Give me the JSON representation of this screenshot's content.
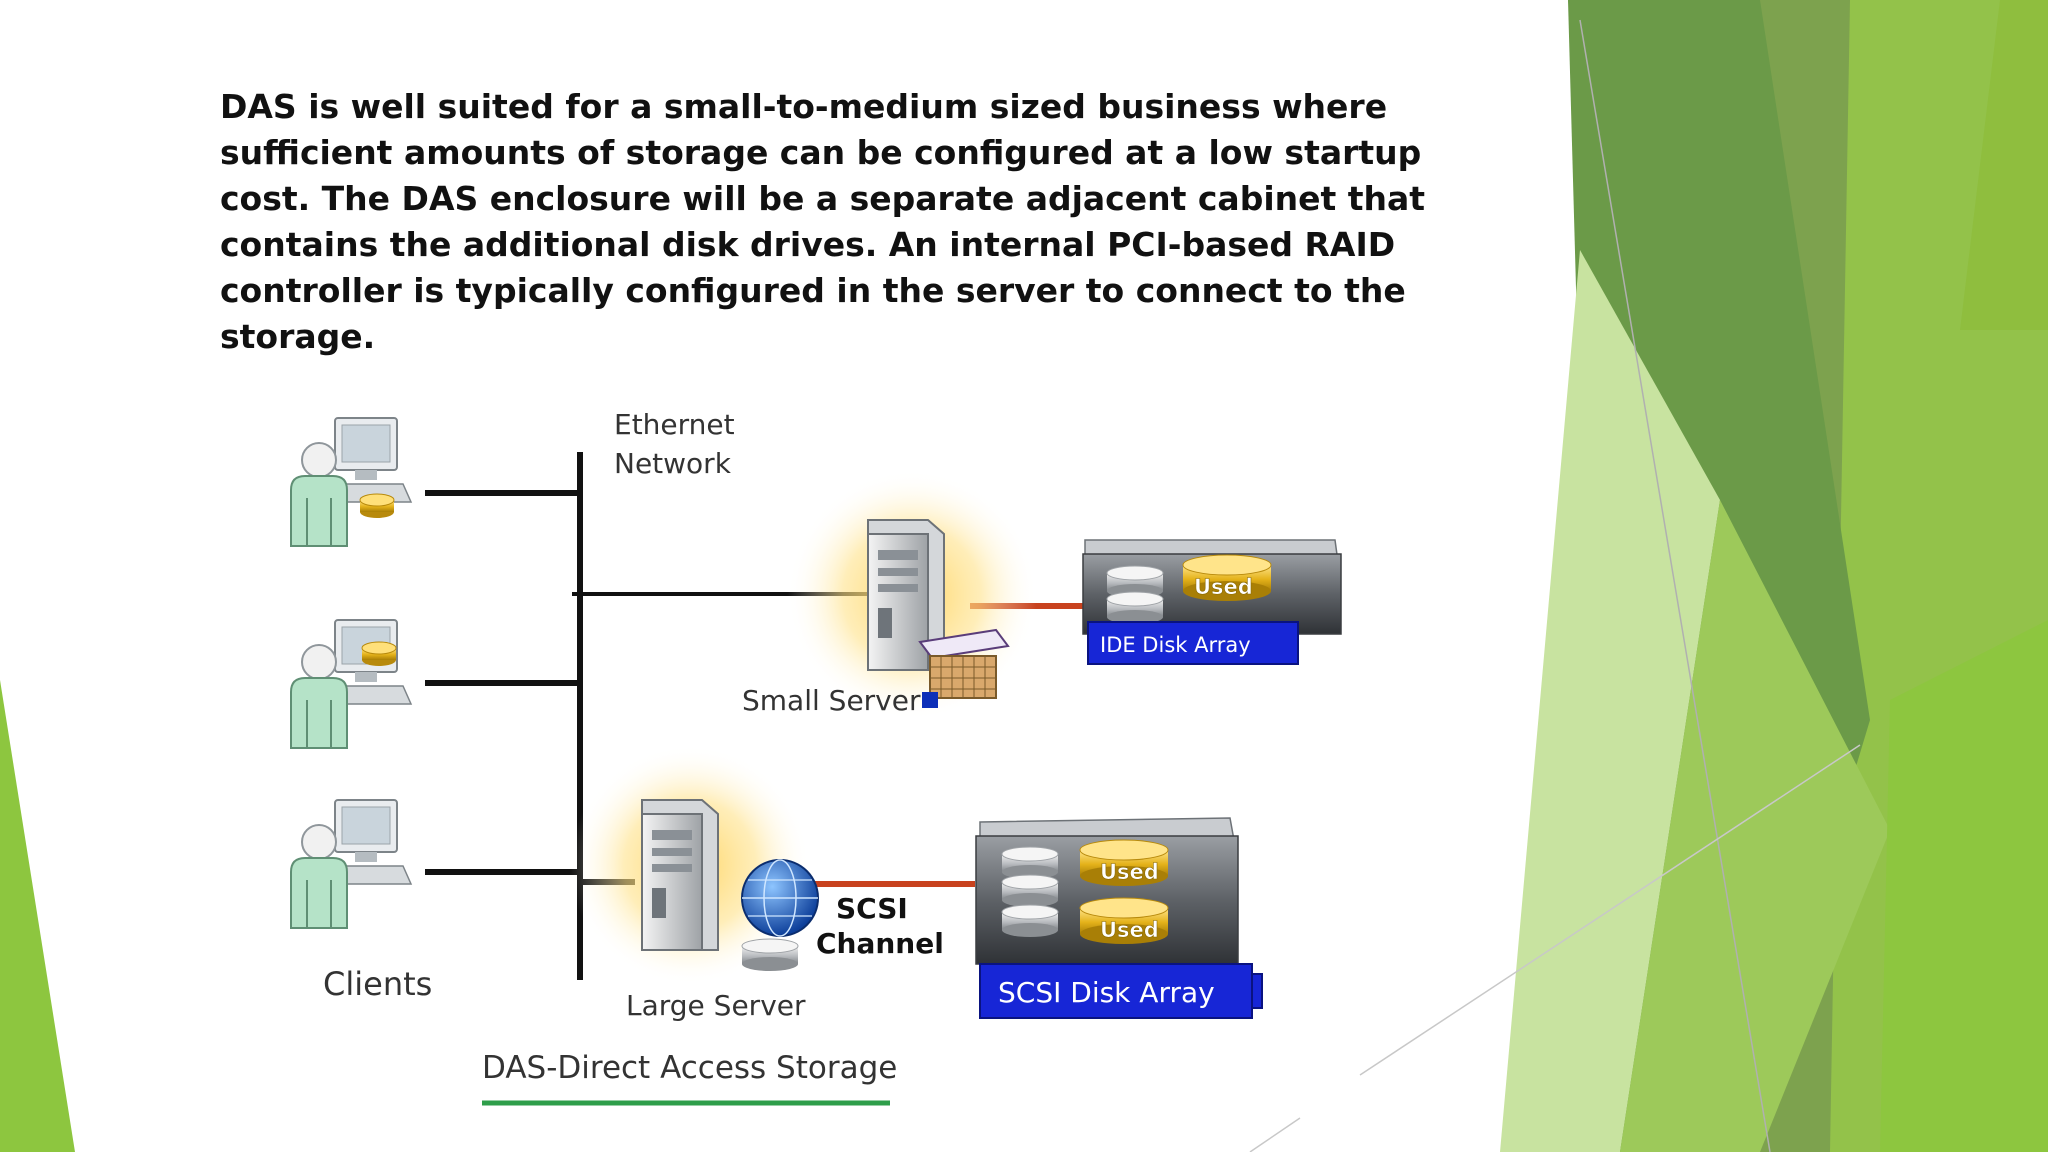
{
  "slide": {
    "paragraph": "DAS is well suited for a small-to-medium sized business where sufficient amounts of storage can be configured at a low startup cost.  The DAS enclosure will be a separate adjacent cabinet that contains the additional disk drives.  An internal PCI-based RAID controller is typically configured in the server to connect to the storage.",
    "accent_colors": [
      "#8dc63f",
      "#6aa63a",
      "#5a8f2e",
      "#c8e3a0"
    ]
  },
  "diagram": {
    "network_label_line1": "Ethernet",
    "network_label_line2": "Network",
    "clients_label": "Clients",
    "small_server_label": "Small Server",
    "large_server_label": "Large Server",
    "ide_array_label": "IDE Disk Array",
    "scsi_array_label": "SCSI Disk Array",
    "scsi_channel_line1": "SCSI",
    "scsi_channel_line2": "Channel",
    "used_label": "Used",
    "caption": "DAS-Direct Access Storage",
    "colors": {
      "array_label_bg": "#1726d6",
      "link_line": "#c8421e",
      "caption_underline": "#2e9e4a"
    }
  }
}
